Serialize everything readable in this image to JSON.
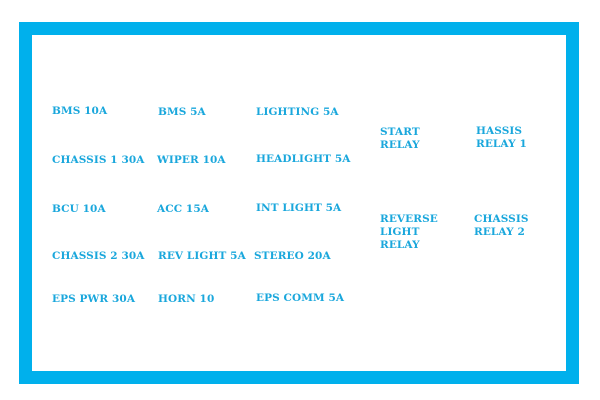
{
  "colors": {
    "border": "#00b0ec",
    "text": "#1aa7dc",
    "background": "#ffffff"
  },
  "fuses": {
    "bms_10a": "BMS 10A",
    "chassis1_30a": "CHASSIS 1 30A",
    "bcu_10a": "BCU 10A",
    "chassis2_30a": "CHASSIS 2 30A",
    "eps_pwr_30a": "EPS PWR 30A",
    "bms_5a": "BMS 5A",
    "wiper_10a": "WIPER 10A",
    "acc_15a": "ACC 15A",
    "rev_light_5a": "REV LIGHT 5A",
    "horn_10": "HORN 10",
    "lighting_5a": "LIGHTING 5A",
    "headlight_5a": "HEADLIGHT 5A",
    "int_light_5a": "INT LIGHT 5A",
    "stereo_20a": "STEREO 20A",
    "eps_comm_5a": "EPS COMM 5A"
  },
  "relays": {
    "start_relay": "START\nRELAY",
    "hassis_relay_1": "HASSIS\nRELAY 1",
    "reverse_light_relay": "REVERSE\nLIGHT\nRELAY",
    "chassis_relay_2": "CHASSIS\nRELAY 2"
  }
}
